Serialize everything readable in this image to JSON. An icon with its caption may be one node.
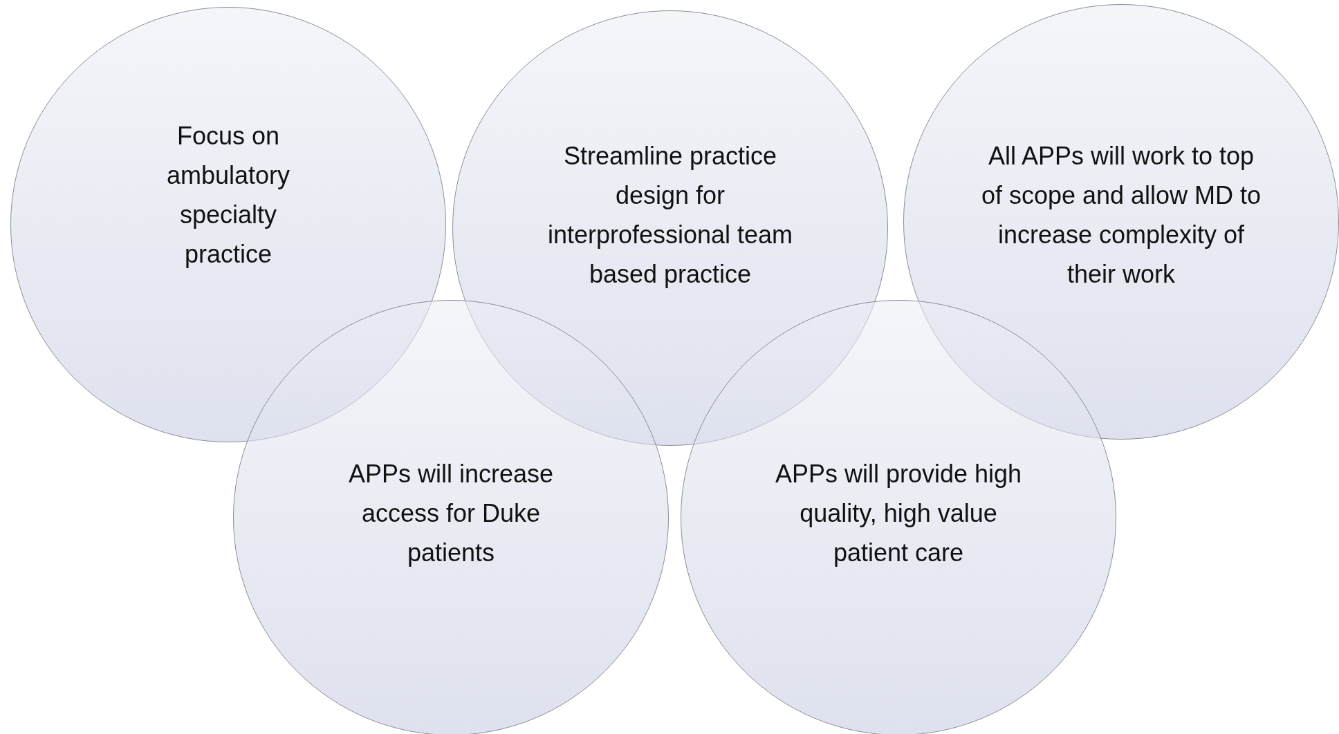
{
  "diagram": {
    "nodes": [
      {
        "text": [
          "Focus on ambulatory specialty practice"
        ]
      },
      {
        "text": [
          "Streamline practice design for interprofessional team based practice"
        ]
      },
      {
        "text": [
          "All APPs will work to top of scope and allow MD to increase complexity of their work"
        ]
      },
      {
        "text": [
          "APPs will increase access for Duke patients"
        ]
      },
      {
        "text": [
          "APPs will provide high quality, high value patient care"
        ]
      }
    ]
  }
}
